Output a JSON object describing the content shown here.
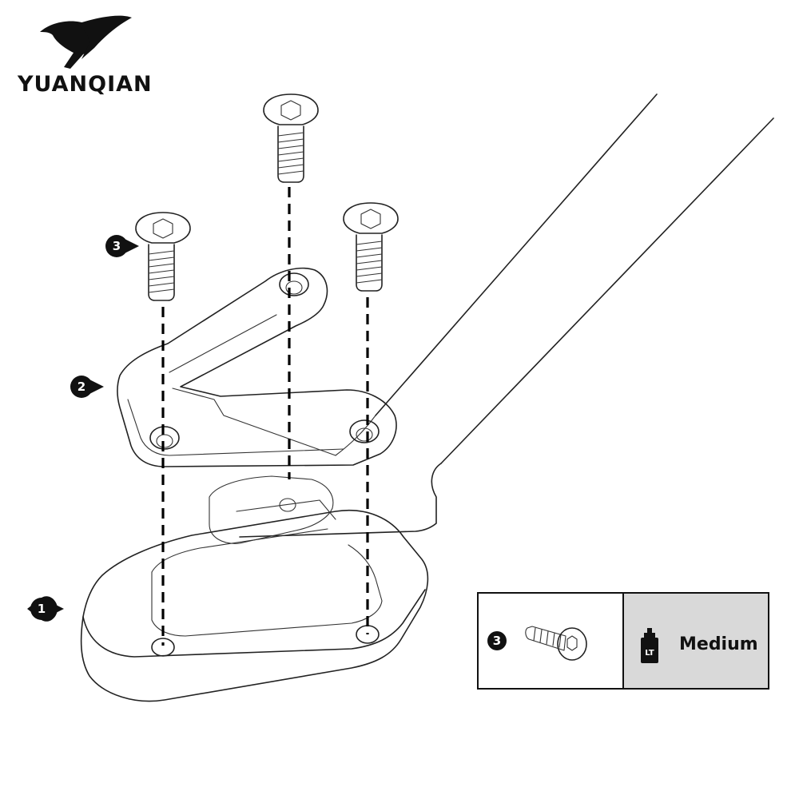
{
  "brand": {
    "name": "YUANQIAN"
  },
  "callouts": [
    {
      "number": "1"
    },
    {
      "number": "2"
    },
    {
      "number": "3"
    }
  ],
  "legend": {
    "screw_number": "3",
    "threadlocker_icon_text": "LT",
    "threadlocker_label": "Medium"
  },
  "colors": {
    "line": "#222222",
    "legend_fill": "#d9d9d9",
    "callout_fill": "#111111"
  }
}
